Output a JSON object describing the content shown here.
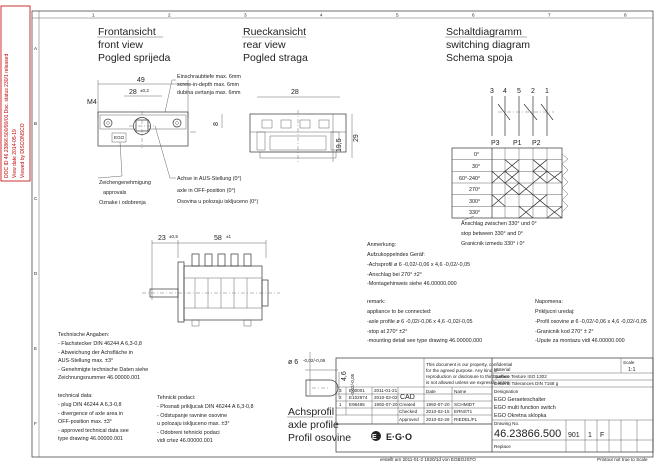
{
  "stamp": {
    "doc_line1": "DOC ID 46.23866.500/90/01  Doc. status 230/1 released",
    "doc_line2": "View date 2014-05-19",
    "doc_line3": "Viewed by DISCONSCO"
  },
  "grid": {
    "top": [
      "1",
      "2",
      "3",
      "4",
      "5",
      "6",
      "7",
      "8"
    ],
    "side": [
      "A",
      "B",
      "C",
      "D",
      "E",
      "F"
    ]
  },
  "front": {
    "title": [
      "Frontansicht",
      "front view",
      "Pogled sprijeda"
    ],
    "dim_width": "49",
    "dim_28": "28",
    "tol_28": "±0,2",
    "m4": "M4",
    "screw_depth": [
      "Einschraubtiefe  max. 6mm",
      "screw-in-depth  max. 6mm",
      "dubina uvrtanja  max. 6mm"
    ],
    "ego": "EGO",
    "axle_off": [
      "Achse in AUS-Stellung (0°)",
      "axle in OFF-position (0°)",
      "Osovina  u polozaju iskljuceno (0°)"
    ],
    "approvals": [
      "Zeichengenehmigung",
      "approvals",
      "Oznake i odobrenja"
    ]
  },
  "rear": {
    "title": [
      "Rueckansicht",
      "rear view",
      "Pogled straga"
    ],
    "dim_8": "8",
    "dim_28": "28",
    "dim_195": "19,5",
    "dim_29": "29"
  },
  "switching": {
    "title": [
      "Schaltdiagramm",
      "switching diagram",
      "Schema spoja"
    ],
    "terminals": [
      "3",
      "4",
      "5",
      "2",
      "1"
    ],
    "groups": [
      "P3",
      "P1",
      "P2"
    ],
    "positions": [
      "0°",
      "30°",
      "60°-240°",
      "270°",
      "300°",
      "330°"
    ],
    "stop": [
      "Anschlag zwischen 330° und 0°",
      "stop between 330° and 0°",
      "Granicnik izmedu 330° i 0°"
    ]
  },
  "side": {
    "dim_23": "23",
    "tol_23": "±0,5",
    "dim_58": "58",
    "tol_58": "±1"
  },
  "notes": {
    "de": [
      "Anmerkung:",
      "Aufzukoppelndes Geräf:",
      "-Achsprofil ø 6 -0,02/-0,06 x 4,6 -0,02/-0,05",
      "-Anschlag bei 270° ±2°",
      "-Montagehinweis siehe 46.00000.000"
    ],
    "en": [
      "remark:",
      "appliance to be connected:",
      "-axle profile ø 6 -0,02/-0,06 x 4,6 -0,02/-0,05",
      "-stop at 270° ±2°",
      "-mounting detail see type drawing 46.00000.000"
    ],
    "hr": [
      "Napomena:",
      "Prikljucni uredaj:",
      "-Profil osovine ø 6 -0,02/-0,06 x 4,6 -0,02/-0,05",
      "-Granicnik kod  270° ± 2°",
      "-Upute za montazu vidi 46.00000.000"
    ]
  },
  "tech_de": [
    "Technische Angaben:",
    "- Flachstecker DIN 46244 A 6,3-0,8",
    "- Abweichung der Achsfläche in",
    "  AUS-Stellung max. ±3°",
    "- Genehmigte technische Daten siehe",
    "  Zeichnungsnummer 46.00000.001"
  ],
  "tech_en": [
    "technical data:",
    "- plug DIN 46244 A 6,3-0,8",
    "- divergence of axle area in",
    "  OFF-position max. ±3°",
    "- approved technical data see",
    "  type drawing 46.00000.001"
  ],
  "tech_hr": [
    "Tehnicki podaci:",
    "- Plosnati prikljucak  DIN 46244 A 6,3-0,8",
    "- Odstupanje ravnine osovine",
    "  u polozaju iskljuceno max. ±3°",
    "- Odobreni tehnicki podaci",
    "  vidi crtez 46.00000.001"
  ],
  "axle": {
    "title": [
      "Achsprofil",
      "axle profile",
      "Profil osovine"
    ],
    "dia": "ø 6",
    "dia_tol": "-0,02/-0,06",
    "flat": "4,6",
    "flat_tol": "-0,02/-0,05"
  },
  "titleblock": {
    "copyright": [
      "This document is our property, confidential",
      "for the agreed purpose. Any kind of",
      "reproduction or disclosure to third parties",
      "is not allowed unless we expressly agree."
    ],
    "rev_rows": [
      {
        "no": "3",
        "code": "E00001",
        "date": "2011-01-21"
      },
      {
        "no": "2",
        "code": "E102974",
        "date": "2010-02-02"
      },
      {
        "no": "1",
        "code": "E96465",
        "date": "1992-07-20"
      }
    ],
    "cad": "CAD",
    "date_label": "Date",
    "name_label": "Name",
    "created": {
      "label": "Created",
      "date": "1992-07-20",
      "name": "SCHMIDT"
    },
    "checked": {
      "label": "Checked",
      "date": "2010-02-15",
      "name": "ERNST1"
    },
    "approved": {
      "label": "Approved",
      "date": "2010-02-26",
      "name": "RIEDEL/FL"
    },
    "tol_label": "Surface Texture ISO 1302",
    "general_tol": "General Tolerances  DIN 7168 g",
    "material_label": "Material",
    "designation": [
      "Designation",
      "EGO Geraeteschalter",
      "EGO multi function switch",
      "EGO Okretna sklopka"
    ],
    "drawing_no_label": "Drawing No.",
    "drawing_no": "46.23866.500",
    "sheet_no": "901",
    "sheet_count": "1",
    "format": "F",
    "replaces": "Replace",
    "scale_label": "Scale",
    "scale": "1:1",
    "ego_logo": "E·G·O",
    "footer_left": "erstellt am 2011-01-2  1920/1d  von EGBOJSTO",
    "footer_right": "Printout not true to Scale"
  }
}
